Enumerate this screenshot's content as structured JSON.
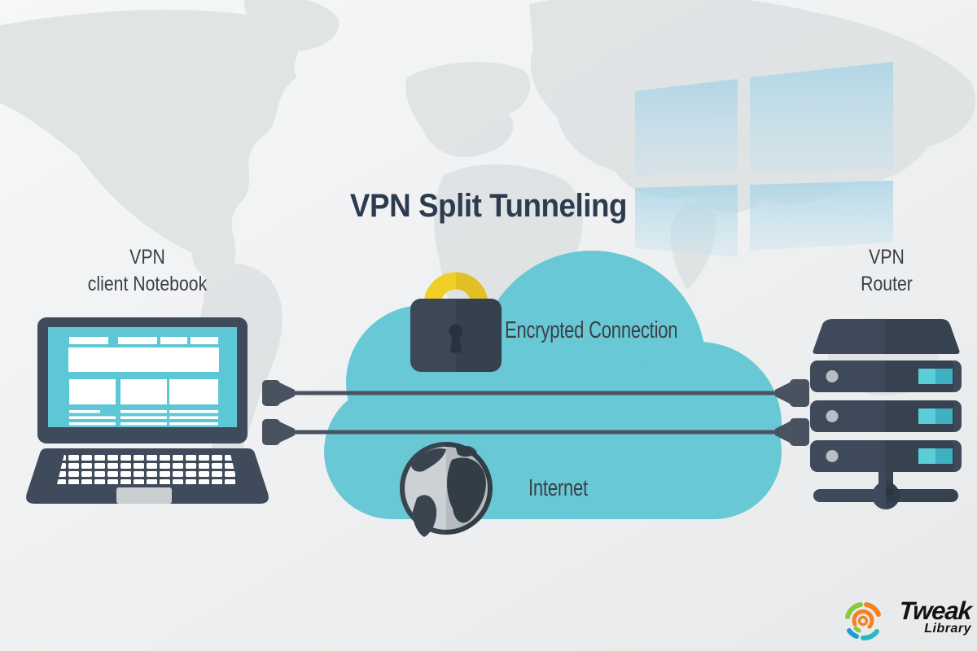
{
  "diagram": {
    "title": "VPN Split Tunneling",
    "nodes": [
      {
        "id": "vpn-client-notebook",
        "type": "laptop",
        "label_lines": [
          "VPN",
          "client Notebook"
        ]
      },
      {
        "id": "internet-cloud",
        "type": "cloud",
        "encrypted_label": "Encrypted Connection",
        "internet_label": "Internet"
      },
      {
        "id": "vpn-router",
        "type": "server",
        "label_lines": [
          "VPN",
          "Router"
        ]
      }
    ],
    "connections": [
      {
        "from": "vpn-client-notebook",
        "to": "vpn-router",
        "style": "cable"
      },
      {
        "from": "vpn-client-notebook",
        "to": "vpn-router",
        "style": "cable"
      }
    ]
  },
  "branding": {
    "name": "Tweak",
    "suffix": "Library"
  },
  "background": {
    "watermarks": [
      "world-map",
      "windows-logo"
    ]
  },
  "icons": [
    "laptop-icon",
    "cloud-icon",
    "padlock-icon",
    "globe-icon",
    "server-icon",
    "cable-plug-icon",
    "windows-logo-icon",
    "tweak-library-logo-icon"
  ],
  "colors": {
    "cloud": "#69c8d6",
    "device_dark": "#3f4b5b",
    "cable": "#49525f",
    "padlock_yellow": "#f2cf27",
    "screen_teal": "#5ec7d5",
    "indicator_teal": "#55cbd7",
    "title_text": "#2d3b4f",
    "label_text": "#3b4045",
    "map_gray": "#dde0e2",
    "windows_blue": "#aad5e7",
    "background_top": "#f4f5f6",
    "background_bottom": "#e7e9ea"
  }
}
